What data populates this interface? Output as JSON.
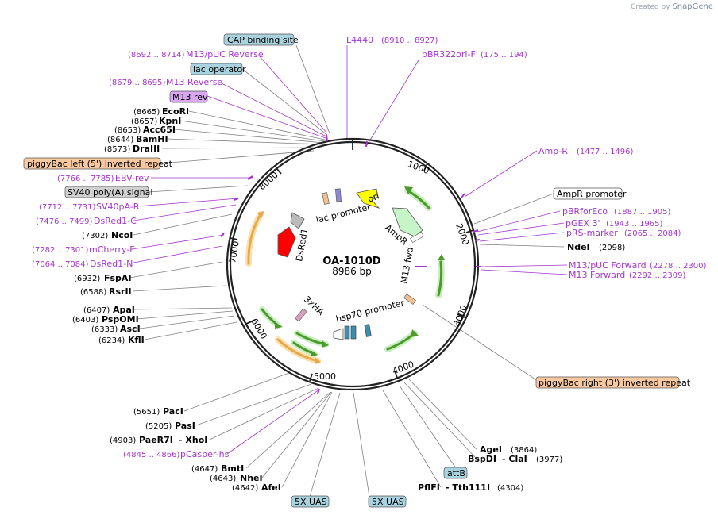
{
  "credit": {
    "created_by": "Created by",
    "brand": "SnapGene"
  },
  "plasmid": {
    "name": "OA-1010D",
    "size_label": "8986 bp"
  },
  "ticks": [
    "1000",
    "2000",
    "3000",
    "4000",
    "5000",
    "6000",
    "7000",
    "8000"
  ],
  "boxed_labels": {
    "cap": "CAP binding site",
    "lac_operator": "lac operator",
    "m13rev": "M13 rev",
    "piggybac_left": "piggyBac left (5') inverted repeat",
    "sv40": "SV40 poly(A) signal",
    "ampr_promoter": "AmpR promoter",
    "piggybac_right": "piggyBac right (3') inverted repeat",
    "attb": "attB",
    "uas1": "5X UAS",
    "uas2": "5X UAS"
  },
  "primer_labels": {
    "l4440": "L4440",
    "l4440_pos": "(8910 .. 8927)",
    "m13puc_rev": "M13/pUC Reverse",
    "m13puc_rev_pos": "(8692 .. 8714)",
    "pbr322": "pBR322ori-F",
    "pbr322_pos": "(175 .. 194)",
    "m13_reverse": "M13 Reverse",
    "m13_reverse_pos": "(8679 .. 8695)",
    "ampr_primer": "Amp-R",
    "ampr_primer_pos": "(1477 .. 1496)",
    "ebv": "EBV-rev",
    "ebv_pos": "(7766 .. 7785)",
    "pbrforeco": "pBRforEco",
    "pbrforeco_pos": "(1887 .. 1905)",
    "pgex": "pGEX 3'",
    "pgex_pos": "(1943 .. 1965)",
    "sv40pa": "SV40pA-R",
    "sv40pa_pos": "(7712 .. 7731)",
    "prs": "pRS-marker",
    "prs_pos": "(2065 .. 2084)",
    "dsred1c": "DsRed1-C",
    "dsred1c_pos": "(7476 .. 7499)",
    "mcherry": "mCherry-F",
    "mcherry_pos": "(7282 .. 7301)",
    "m13puc_fwd": "M13/pUC Forward",
    "m13puc_fwd_pos": "(2278 .. 2300)",
    "dsred1n": "DsRed1-N",
    "dsred1n_pos": "(7064 .. 7084)",
    "m13_fwd": "M13 Forward",
    "m13_fwd_pos": "(2292 .. 2309)",
    "pcasper": "pCasper-hs",
    "pcasper_pos": "(4845 .. 4866)"
  },
  "enzymes": {
    "ecori": "EcoRI",
    "ecori_pos": "(8665)",
    "kpni": "KpnI",
    "kpni_pos": "(8657)",
    "acc65i": "Acc65I",
    "acc65i_pos": "(8653)",
    "bamhi": "BamHI",
    "bamhi_pos": "(8644)",
    "draiii": "DraIII",
    "draiii_pos": "(8573)",
    "ncoi": "NcoI",
    "ncoi_pos": "(7302)",
    "ndei": "NdeI",
    "ndei_pos": "(2098)",
    "fspai": "FspAI",
    "fspai_pos": "(6932)",
    "rsrii": "RsrII",
    "rsrii_pos": "(6588)",
    "apai": "ApaI",
    "apai_pos": "(6407)",
    "pspomi": "PspOMI",
    "pspomi_pos": "(6403)",
    "asci": "AscI",
    "asci_pos": "(6333)",
    "kfli": "KflI",
    "kfli_pos": "(6234)",
    "paci": "PacI",
    "paci_pos": "(5651)",
    "pasi": "PasI",
    "pasi_pos": "(5205)",
    "paer7i": "PaeR7I",
    "xhoi": "- XhoI",
    "paer7i_pos": "(4903)",
    "bmti": "BmtI",
    "bmti_pos": "(4647)",
    "nhei": "NheI",
    "nhei_pos": "(4643)",
    "afei": "AfeI",
    "afei_pos": "(4642)",
    "agei": "AgeI",
    "agei_pos": "(3864)",
    "bspdi": "BspDI",
    "clai": "- ClaI",
    "bspdi_pos": "(3977)",
    "pflfi": "PflFI",
    "tth111i": "- Tth111I",
    "pflfi_pos": "(4304)"
  },
  "features": {
    "ori": "ori",
    "ampr": "AmpR",
    "m13fwd": "M13 fwd",
    "lac_promoter": "lac promoter",
    "dsred1": "DsRed1",
    "hsp70": "hsp70 promoter",
    "x3ha": "3xHA"
  },
  "colors": {
    "backbone": "#222222",
    "primer": "#a336cc",
    "enzyme_line": "#808080",
    "box_teal": "#a9d3df",
    "box_orange": "#f8c9a0",
    "box_gray": "#d0d0d0",
    "box_purple": "#d9a8f0",
    "green_arrow": "#4c9a2a",
    "orange_arrow": "#e8a84a",
    "ori_yellow": "#ffff00",
    "dsred_red": "#ff0000",
    "ampr_green": "#c8f5c8"
  }
}
